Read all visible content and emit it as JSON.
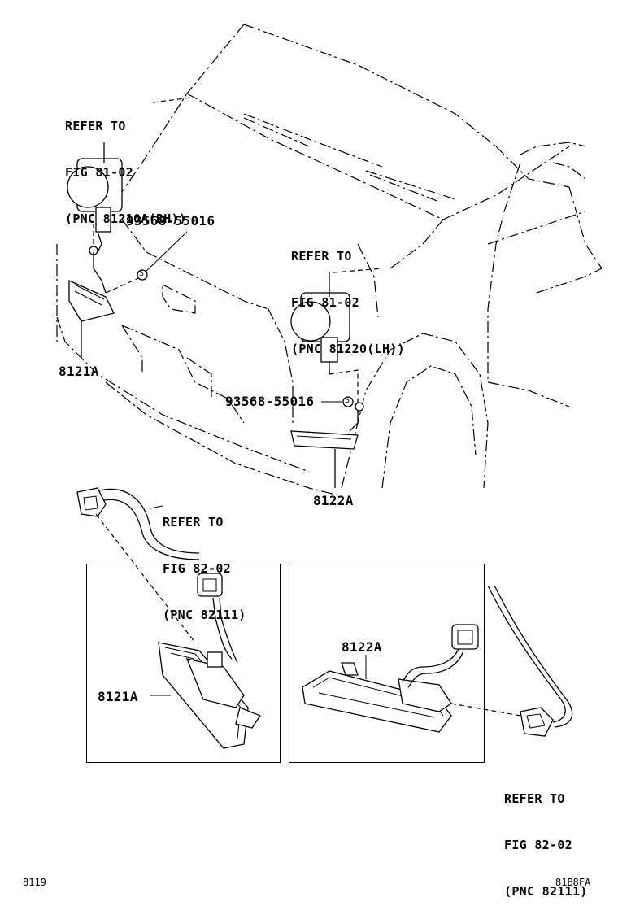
{
  "labels": {
    "refer_rh": {
      "line1": "REFER TO",
      "line2": "FIG 81-02",
      "line3": "(PNC 81210A(RH))"
    },
    "refer_lh": {
      "line1": "REFER TO",
      "line2": "FIG 81-02",
      "line3": "(PNC 81220(LH))"
    },
    "refer_wire_left": {
      "line1": "REFER TO",
      "line2": "FIG 82-02",
      "line3": "(PNC 82111)"
    },
    "refer_wire_right": {
      "line1": "REFER TO",
      "line2": "FIG 82-02",
      "line3": "(PNC 82111)"
    },
    "bulb_upper": "93568-55016",
    "bulb_lower": "93568-55016",
    "lamp_rh_main": "8121A",
    "lamp_lh_main": "8122A",
    "lamp_rh_detail": "8121A",
    "lamp_lh_detail": "8122A"
  },
  "footer": {
    "left_code": "8119",
    "right_code": "81B8FA"
  },
  "symbols": {
    "bulb_marker": "S"
  }
}
